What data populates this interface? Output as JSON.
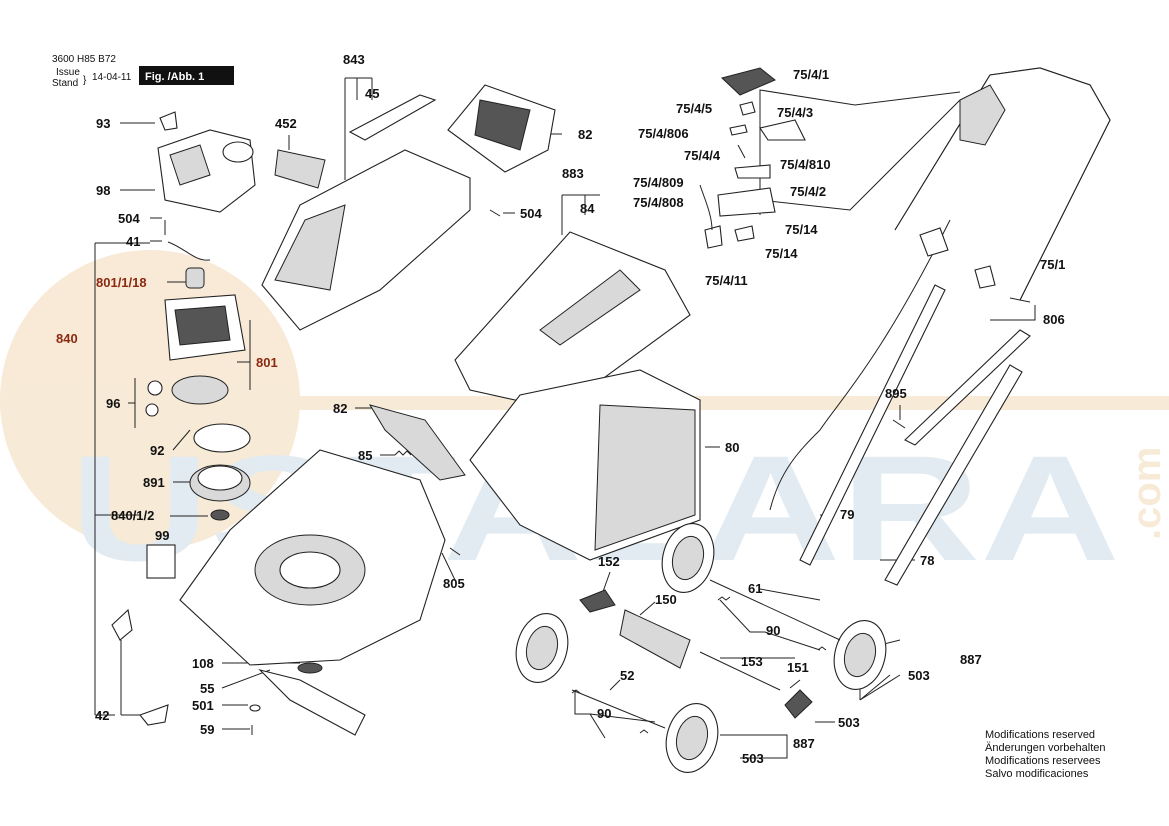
{
  "header": {
    "doc_number": "3600 H85 B72",
    "issue_label": "Issue",
    "stand_label": "Stand",
    "issue_date": "14-04-11",
    "figure_label": "Fig. /Abb. 1"
  },
  "watermark": {
    "text": "USTALARA",
    "suffix": ".com"
  },
  "colors": {
    "callout_red": "#8a2a10",
    "watermark_blue": "#c9dbe6",
    "watermark_orange": "#f2d9b6"
  },
  "notes": [
    "Modifications reserved",
    "Änderungen vorbehalten",
    "Modifications reservees",
    "Salvo modificaciones"
  ],
  "callouts": {
    "p93": "93",
    "p98": "98",
    "p504a": "504",
    "p41": "41",
    "p801_1_18": "801/1/18",
    "p840": "840",
    "p801": "801",
    "p96": "96",
    "p92": "92",
    "p891": "891",
    "p840_1_2": "840/1/2",
    "p99": "99",
    "p42": "42",
    "p452": "452",
    "p843": "843",
    "p45": "45",
    "p82a": "82",
    "p883": "883",
    "p84": "84",
    "p504b": "504",
    "p82b": "82",
    "p85": "85",
    "p80": "80",
    "p805": "805",
    "p108": "108",
    "p55": "55",
    "p501": "501",
    "p59": "59",
    "p152": "152",
    "p150": "150",
    "p61": "61",
    "p90a": "90",
    "p153": "153",
    "p151": "151",
    "p52": "52",
    "p90b": "90",
    "p887a": "887",
    "p503a": "503",
    "p503b": "503",
    "p887b": "887",
    "p503c": "503",
    "p79": "79",
    "p78": "78",
    "p895": "895",
    "p806": "806",
    "p75_1": "75/1",
    "p75_4_1": "75/4/1",
    "p75_4_5": "75/4/5",
    "p75_4_3": "75/4/3",
    "p75_4_806": "75/4/806",
    "p75_4_4": "75/4/4",
    "p75_4_810": "75/4/810",
    "p75_4_809": "75/4/809",
    "p75_4_2": "75/4/2",
    "p75_4_808": "75/4/808",
    "p75_14a": "75/14",
    "p75_14b": "75/14",
    "p75_4_11": "75/4/11"
  }
}
